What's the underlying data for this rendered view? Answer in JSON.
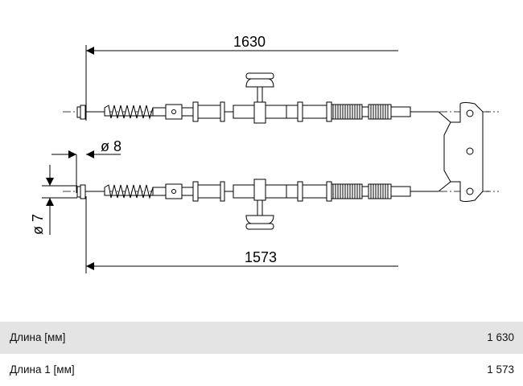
{
  "drawing": {
    "dim_upper": "1630",
    "dim_lower": "1573",
    "dim_dia_8": "ø 8",
    "dim_dia_7": "ø 7"
  },
  "specs": [
    {
      "label": "Длина [мм]",
      "value": "1 630"
    },
    {
      "label": "Длина 1 [мм]",
      "value": "1 573"
    }
  ]
}
